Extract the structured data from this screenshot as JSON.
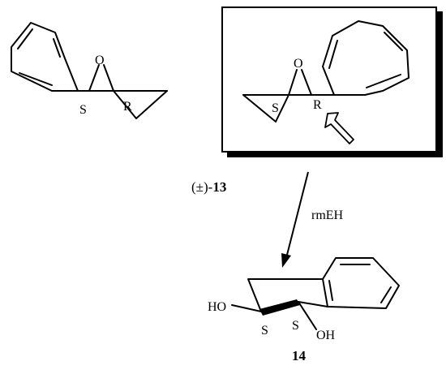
{
  "left_epoxide": {
    "oxygen": "O",
    "stereo_left": "S",
    "stereo_right": "R"
  },
  "boxed_enantiomer": {
    "oxygen": "O",
    "stereo_left": "S",
    "stereo_right": "R"
  },
  "racemate_label": {
    "prefix": "(±)-",
    "number": "13"
  },
  "enzyme_label": "rmEH",
  "diol_product": {
    "left_hydroxyl": "HO",
    "right_hydroxyl": "OH",
    "stereo_left": "S",
    "stereo_right": "S",
    "compound_number": "14"
  }
}
